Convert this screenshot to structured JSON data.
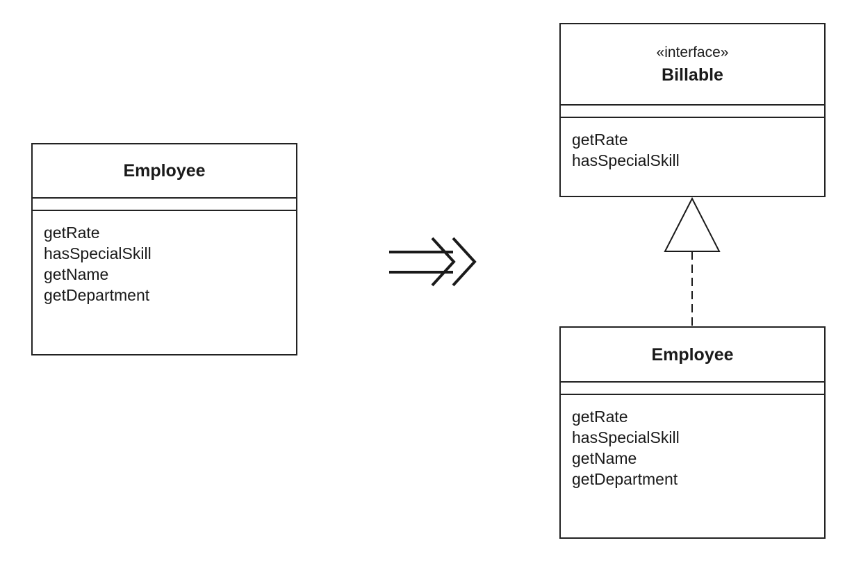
{
  "before": {
    "class_name": "Employee",
    "operations": [
      "getRate",
      "hasSpecialSkill",
      "getName",
      "getDepartment"
    ]
  },
  "after": {
    "interface": {
      "stereotype": "«interface»",
      "name": "Billable",
      "operations": [
        "getRate",
        "hasSpecialSkill"
      ]
    },
    "class": {
      "name": "Employee",
      "operations": [
        "getRate",
        "hasSpecialSkill",
        "getName",
        "getDepartment"
      ]
    },
    "relationship": "realization"
  },
  "transformation_arrow": "refactor"
}
